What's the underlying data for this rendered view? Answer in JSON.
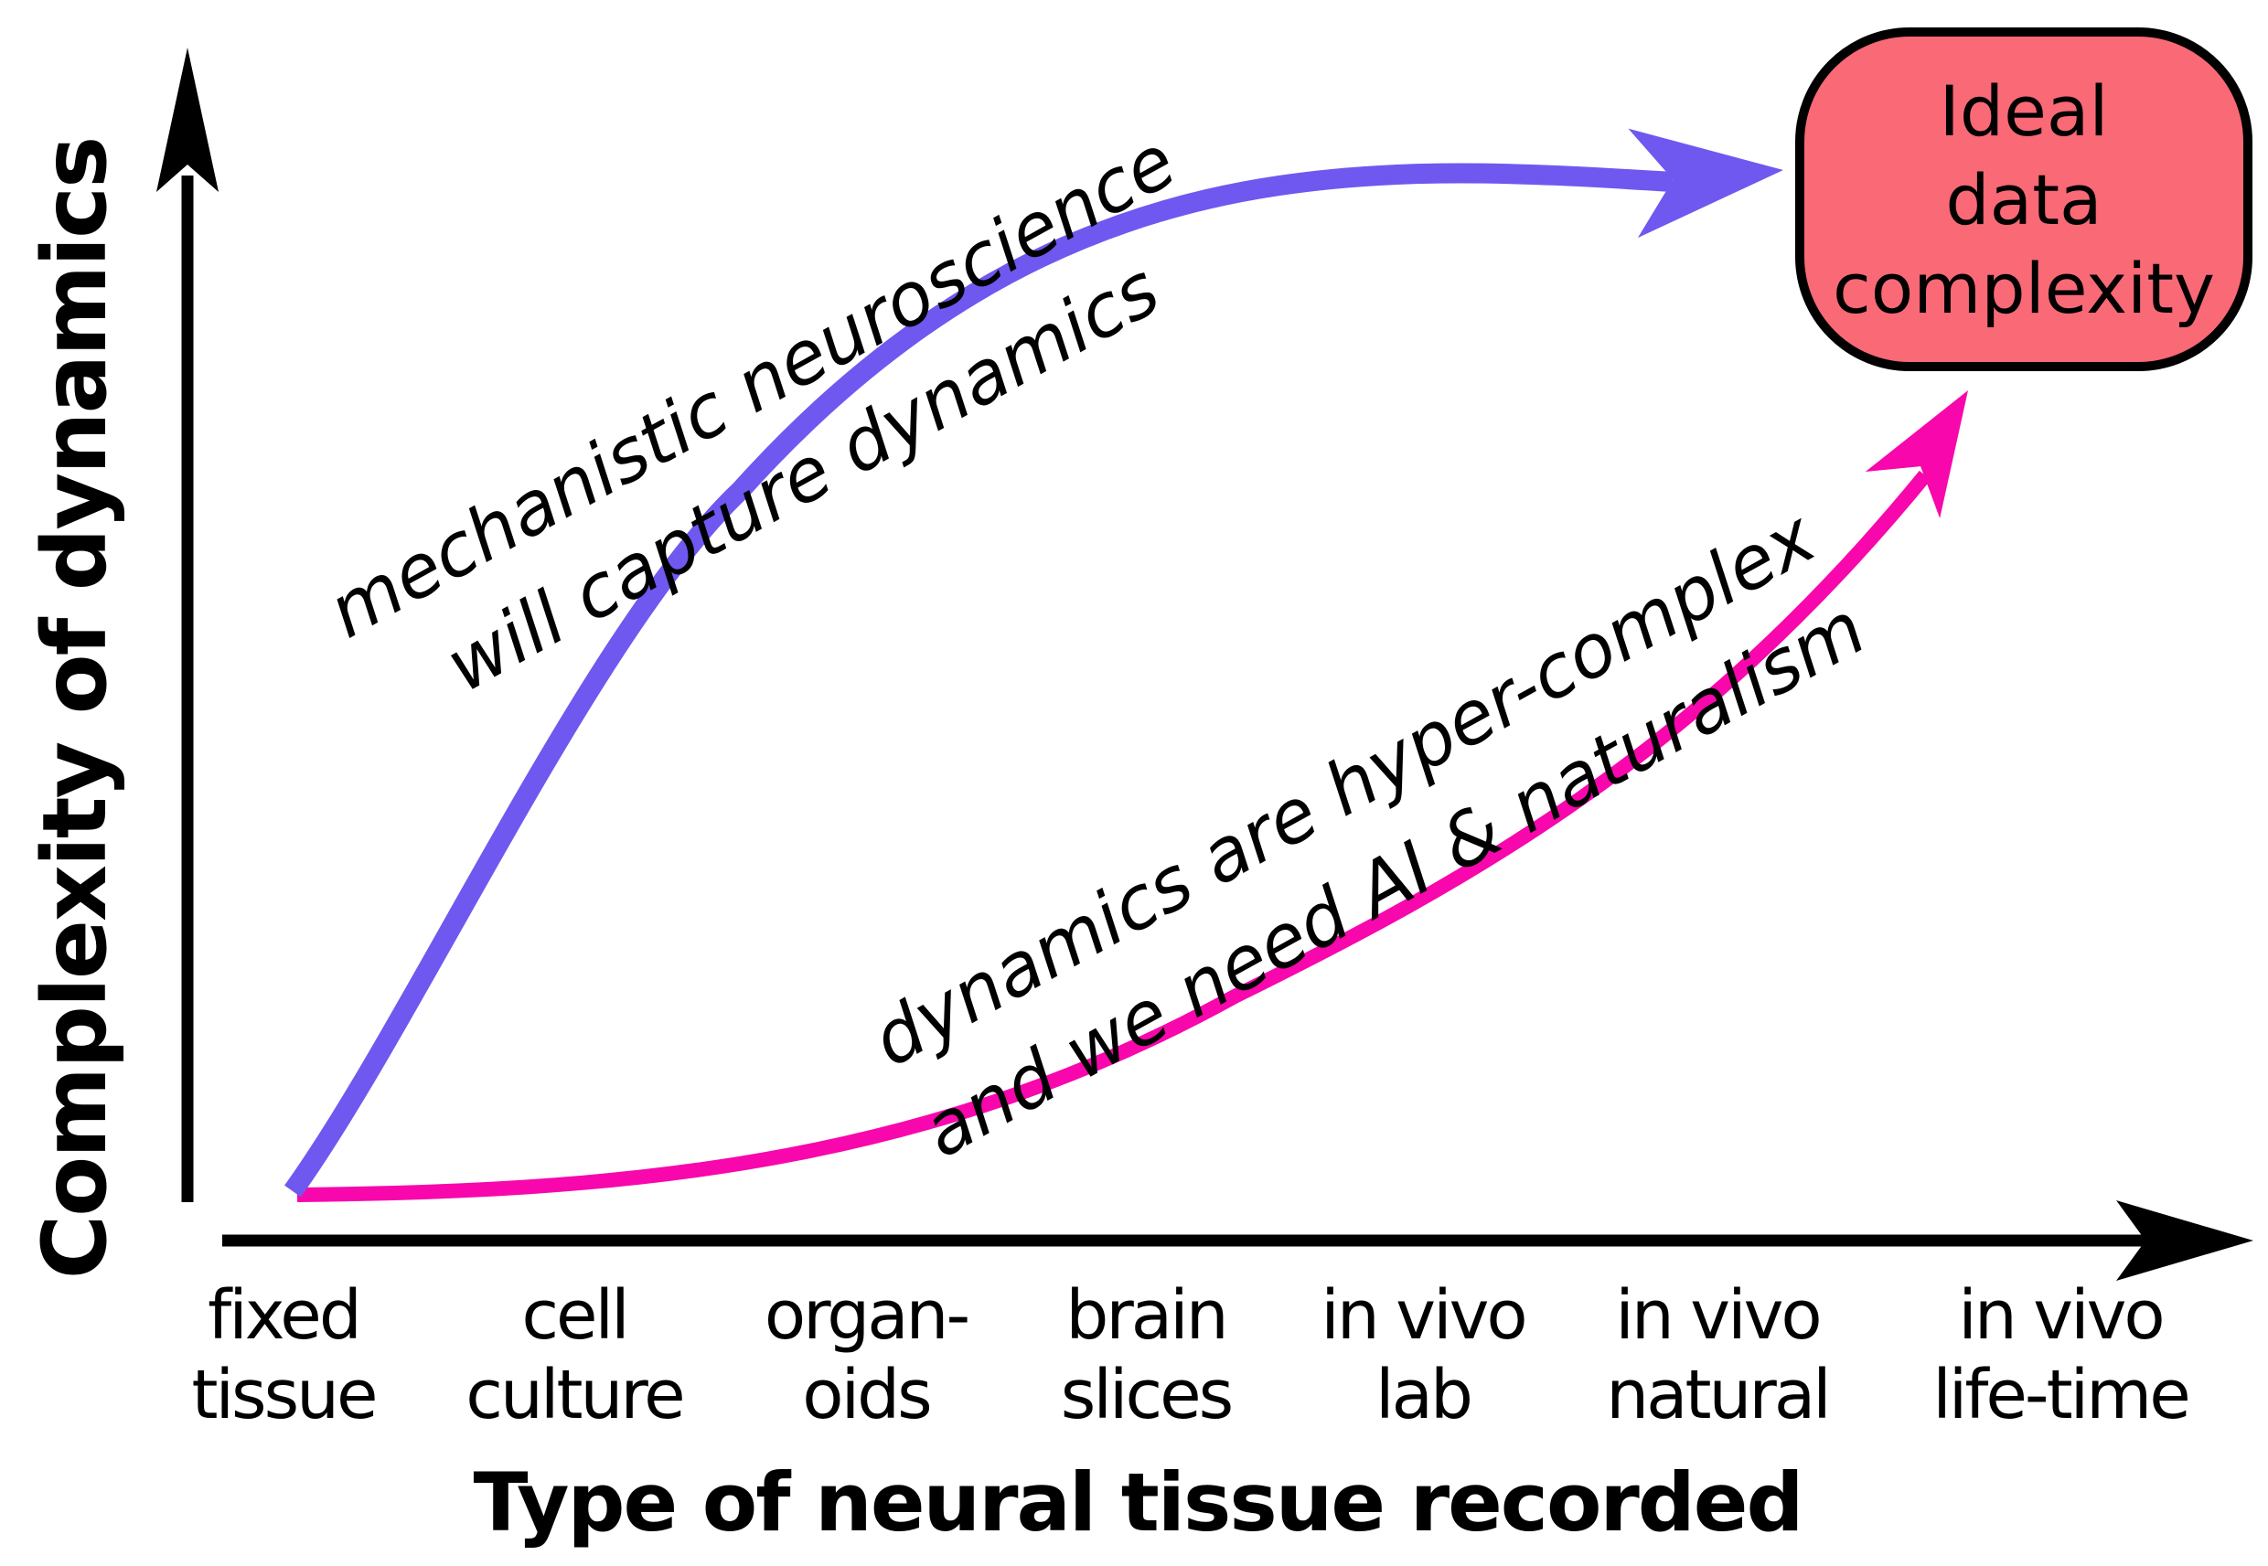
{
  "axes": {
    "y_label": "Complexity of dynamics",
    "x_title": "Type of neural tissue recorded"
  },
  "ideal_box": {
    "lines": [
      "Ideal",
      "data",
      "complexity"
    ]
  },
  "curve_labels": {
    "mechanistic": {
      "line1": "mechanistic neuroscience",
      "line2": "will capture dynamics"
    },
    "hyper_complex": {
      "line1": "dynamics are hyper-complex",
      "line2": "and we need AI & naturalism"
    }
  },
  "categories": [
    {
      "line1": "fixed",
      "line2": "tissue"
    },
    {
      "line1": "cell",
      "line2": "culture"
    },
    {
      "line1": "organ-",
      "line2": "oids"
    },
    {
      "line1": "brain",
      "line2": "slices"
    },
    {
      "line1": "in vivo",
      "line2": "lab"
    },
    {
      "line1": "in vivo",
      "line2": "natural"
    },
    {
      "line1": "in vivo",
      "line2": "life-time"
    }
  ],
  "colors": {
    "purple_curve": "#6F58F0",
    "pink_curve": "#F707AC",
    "box_fill": "#F96976",
    "box_border": "#000000",
    "axes": "#000000",
    "text": "#000000",
    "background": "#FFFFFF"
  },
  "chart_data": {
    "type": "line",
    "title": "",
    "xlabel": "Type of neural tissue recorded",
    "ylabel": "Complexity of dynamics",
    "categories": [
      "fixed tissue",
      "cell culture",
      "organ-oids",
      "brain slices",
      "in vivo lab",
      "in vivo natural",
      "in vivo life-time"
    ],
    "series": [
      {
        "name": "mechanistic neuroscience will capture dynamics",
        "color": "#6F58F0",
        "shape": "concave saturating curve ending in arrow at Ideal data complexity",
        "values": [
          0.0,
          0.49,
          0.81,
          0.93,
          0.97,
          0.99,
          1.0
        ]
      },
      {
        "name": "dynamics are hyper-complex and we need AI & naturalism",
        "color": "#F707AC",
        "shape": "convex accelerating curve ending in arrow at Ideal data complexity",
        "values": [
          0.0,
          0.01,
          0.06,
          0.16,
          0.3,
          0.49,
          0.79
        ]
      }
    ],
    "annotation": {
      "label": "Ideal data complexity",
      "position": "top-right"
    },
    "axis_ranges": {
      "x": "categorical",
      "y": "unitless, low to high"
    },
    "grid": false,
    "legend": false
  }
}
